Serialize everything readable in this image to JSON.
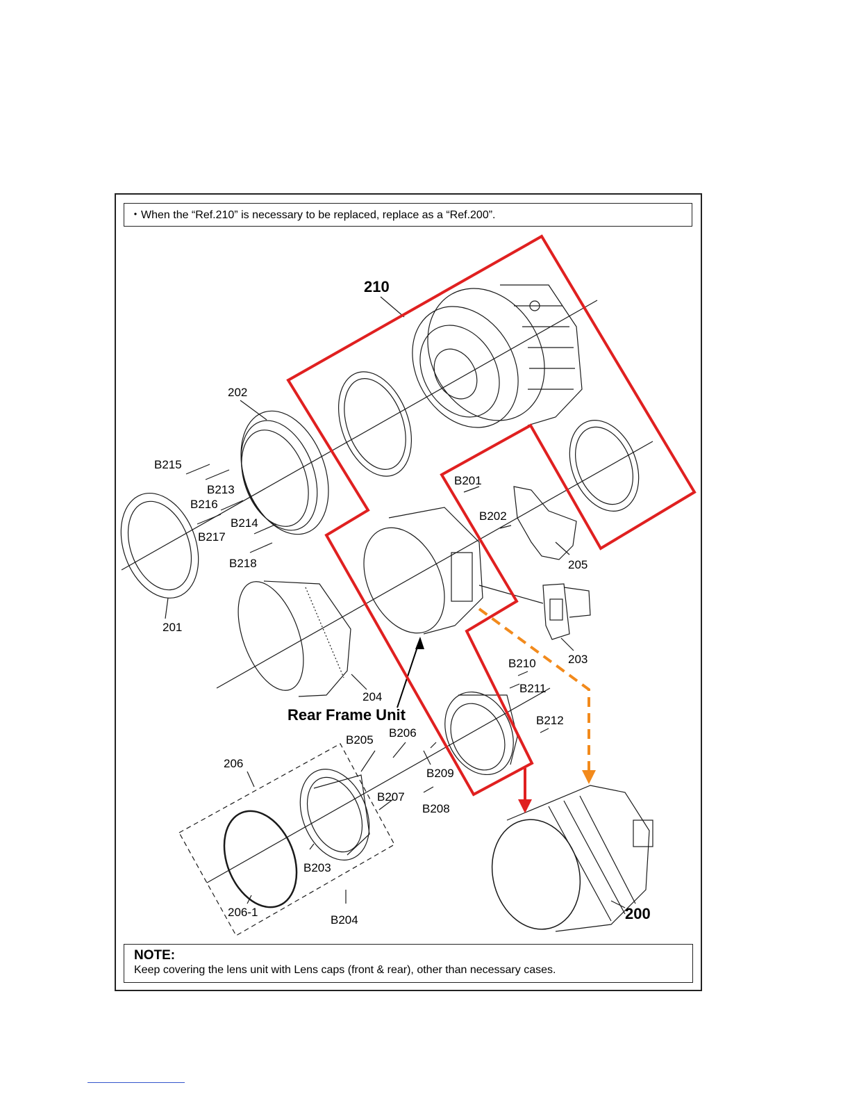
{
  "notes": {
    "top": "・When the “Ref.210” is necessary to be replaced, replace as a “Ref.200”.",
    "bottom_title": "NOTE:",
    "bottom_body": "Keep covering the lens unit with Lens caps (front & rear), other than necessary cases."
  },
  "labels": {
    "l210": "210",
    "l202": "202",
    "lB215": "B215",
    "lB213": "B213",
    "lB216": "B216",
    "lB214": "B214",
    "lB217": "B217",
    "lB218": "B218",
    "l201": "201",
    "lB201": "B201",
    "lB202": "B202",
    "l205": "205",
    "l203": "203",
    "lB210": "B210",
    "lB211": "B211",
    "l204": "204",
    "rear_frame": "Rear Frame Unit",
    "lB212": "B212",
    "lB205": "B205",
    "lB206": "B206",
    "l206": "206",
    "lB209": "B209",
    "lB207": "B207",
    "lB208": "B208",
    "lB203": "B203",
    "l206_1": "206-1",
    "lB204": "B204",
    "l200": "200"
  },
  "colors": {
    "callout_red": "#e02020",
    "replace_orange": "#f28a1c",
    "line": "#1a1a1a"
  }
}
